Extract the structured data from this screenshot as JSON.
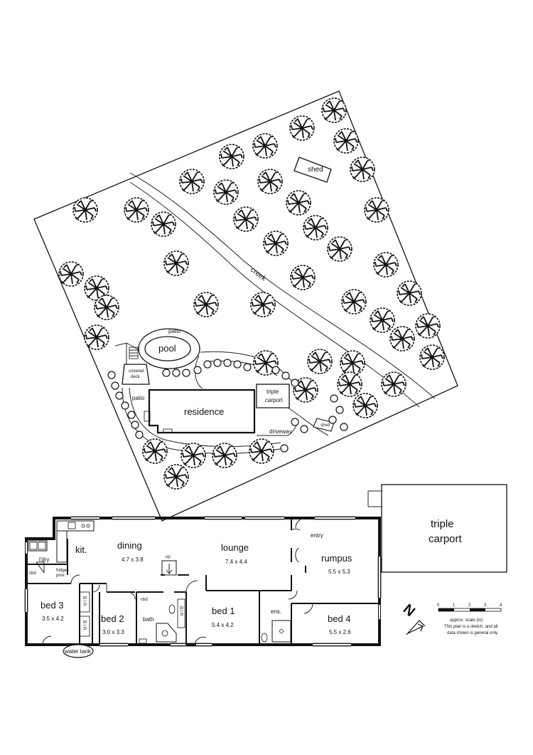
{
  "site": {
    "shed": "shed",
    "creek": "creek",
    "patio_pool": "patio",
    "pool": "pool",
    "covered_deck_line1": "covered",
    "covered_deck_line2": "deck",
    "patio_side": "patio",
    "residence": "residence",
    "triple_carport_line1": "triple",
    "triple_carport_line2": "carport",
    "driveway": "driveway",
    "small_shed": "shed"
  },
  "floorplan": {
    "kitchen": "kit.",
    "dining": {
      "name": "dining",
      "size": "4.7 x 3.8"
    },
    "lounge": {
      "name": "lounge",
      "size": "7.4 x 4.4"
    },
    "up": "up",
    "entry": "entry",
    "rumpus": {
      "name": "rumpus",
      "size": "5.5 x 5.3"
    },
    "ldry": "l'dry",
    "cbd_left": "cbd",
    "fridge_line1": "fridge",
    "fridge_line2": "prov.",
    "bed3": {
      "name": "bed 3",
      "size": "3.5 x 4.2"
    },
    "bed2": {
      "name": "bed 2",
      "size": "3.0 x 3.3"
    },
    "cbd_bath": "cbd",
    "bath": "bath",
    "bed1": {
      "name": "bed 1",
      "size": "5.4 x 4.2"
    },
    "ens": "ens.",
    "bed4": {
      "name": "bed 4",
      "size": "5.5 x 2.6"
    },
    "bir": "B I R",
    "water_tank": "water tank",
    "carport_line1": "triple",
    "carport_line2": "carport"
  },
  "legend": {
    "scale_ticks": [
      "0",
      "1",
      "2",
      "3",
      "4"
    ],
    "scale_label": "approx. scale (m)",
    "note_line1": "This plan is a sketch, and all",
    "note_line2": "data shown is general only.",
    "north": "N"
  }
}
